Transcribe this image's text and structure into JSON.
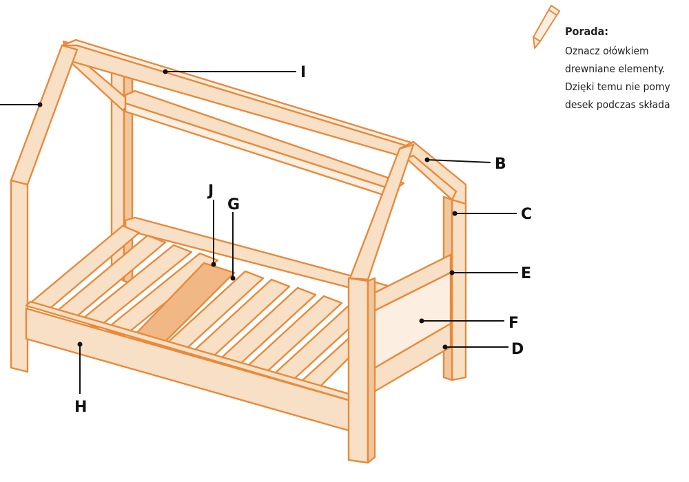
{
  "diagram": {
    "labels": {
      "i": "I",
      "b": "B",
      "c": "C",
      "e": "E",
      "f": "F",
      "d": "D",
      "j": "J",
      "g": "G",
      "h": "H"
    },
    "colors": {
      "wood_fill": "#f7e0c6",
      "wood_light": "#fcefe1",
      "wood_dark": "#efc79c",
      "wood_edge": "#e9893a",
      "slat_highlight": "#f1b784",
      "leader": "#111111"
    }
  },
  "tip": {
    "title": "Porada:",
    "lines": [
      "Oznacz ołówkiem",
      "drewniane elementy.",
      "Dzięki temu nie pomy",
      "desek podczas składa"
    ],
    "icon": "pencil-icon"
  }
}
